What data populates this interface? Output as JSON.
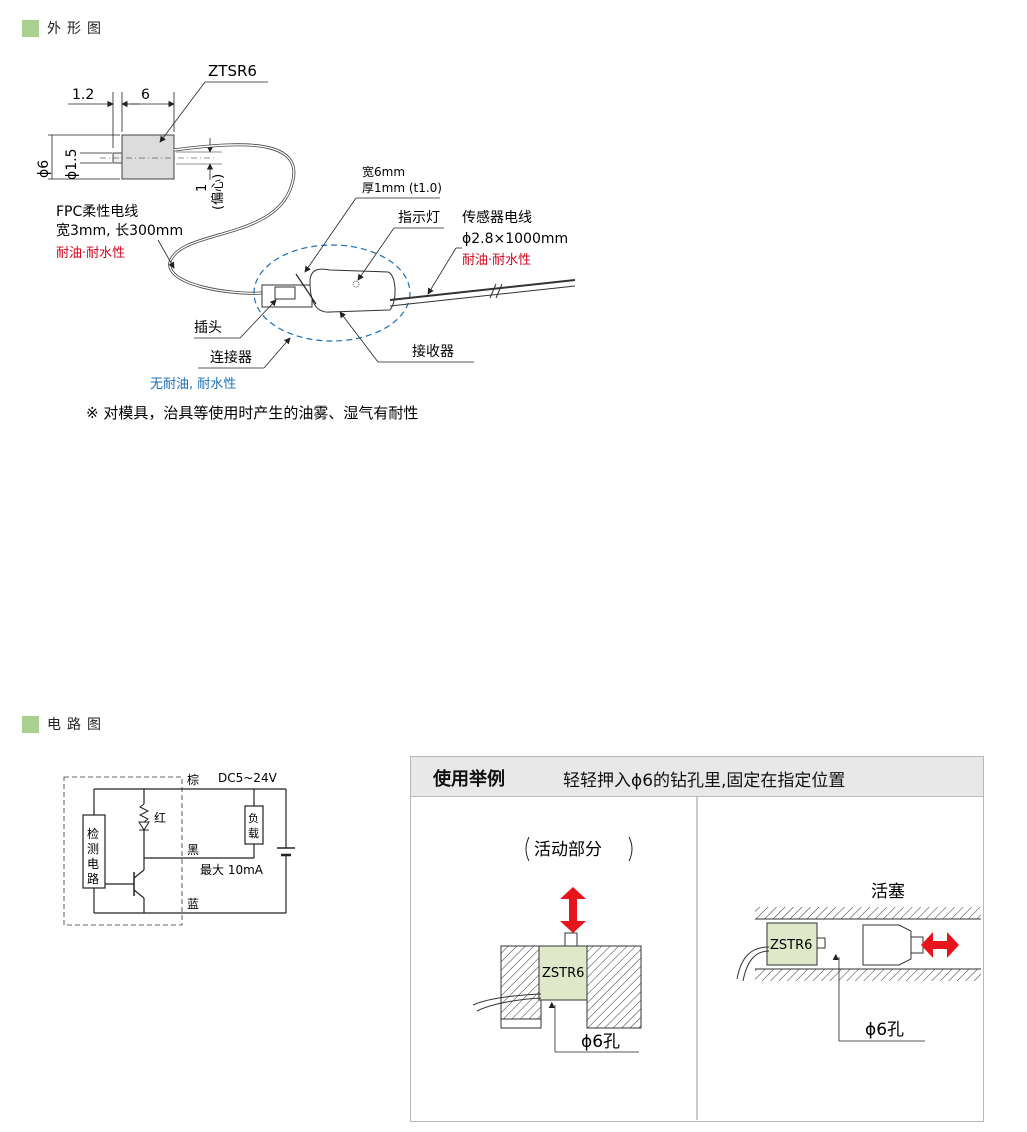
{
  "sections": {
    "outline_title": "外形图",
    "circuit_title": "电路图"
  },
  "outline": {
    "model": "ZTSR6",
    "dim_left": "1.2",
    "dim_width": "6",
    "dim_dia": "ϕ6",
    "dim_inner": "ϕ1.5",
    "dim_ecc": "1",
    "dim_ecc_note": "(偏心)",
    "fpc_line1": "FPC柔性电线",
    "fpc_line2": "宽3mm, 长300mm",
    "fpc_note": "耐油·耐水性",
    "width_note1": "宽6mm",
    "width_note2": "厚1mm (t1.0)",
    "indicator": "指示灯",
    "sensor_line": "传感器电线",
    "sensor_spec": "ϕ2.8×1000mm",
    "sensor_note": "耐油·耐水性",
    "plug": "插头",
    "connector": "连接器",
    "connector_note": "无耐油, 耐水性",
    "receiver": "接收器",
    "footnote": "※ 对模具，治具等使用时产生的油雾、湿气有耐性"
  },
  "circuit": {
    "brown": "棕",
    "red": "红",
    "black": "黑",
    "blue": "蓝",
    "supply": "DC5~24V",
    "load": "负载",
    "max_current": "最大 10mA",
    "detect": "检测电路"
  },
  "usage": {
    "title": "使用举例",
    "subtitle": "轻轻押入ϕ6的钻孔里,固定在指定位置",
    "moving_part": "活动部分",
    "model_left": "ZSTR6",
    "hole_left": "ϕ6孔",
    "piston": "活塞",
    "model_right": "ZSTR6",
    "hole_right": "ϕ6孔"
  },
  "colors": {
    "accent_green": "#a9d08e",
    "note_red": "#d0021b",
    "note_blue": "#1a6fb5",
    "sensor_fill": "#dfe8c8"
  }
}
